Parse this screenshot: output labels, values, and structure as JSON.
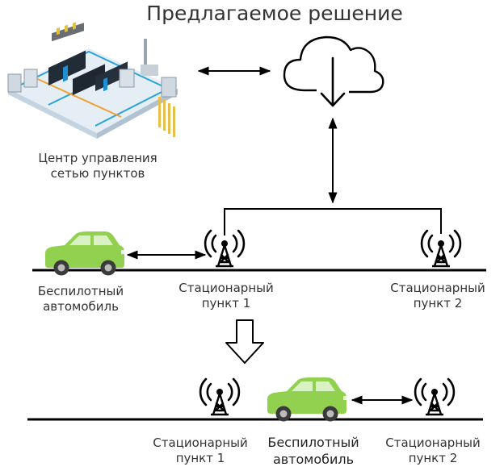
{
  "title": "Предлагаемое решение",
  "control_center": {
    "line1": "Центр управления",
    "line2": "сетью пунктов",
    "icon": "data-center-illustration"
  },
  "cloud": {
    "icon": "cloud-download-icon"
  },
  "top_row": {
    "car": {
      "line1": "Беспилотный",
      "line2": "автомобиль",
      "color": "#92d050"
    },
    "station1": {
      "line1": "Стационарный",
      "line2": "пункт 1"
    },
    "station2": {
      "line1": "Стационарный",
      "line2": "пункт 2"
    }
  },
  "bottom_row": {
    "station1": {
      "line1": "Стационарный",
      "line2": "пункт 1"
    },
    "car": {
      "line1": "Беспилотный",
      "line2": "автомобиль",
      "color": "#92d050"
    },
    "station2": {
      "line1": "Стационарный",
      "line2": "пункт 2"
    }
  },
  "colors": {
    "car_body": "#92d050",
    "car_window": "#d9f2c4",
    "line": "#000000"
  }
}
